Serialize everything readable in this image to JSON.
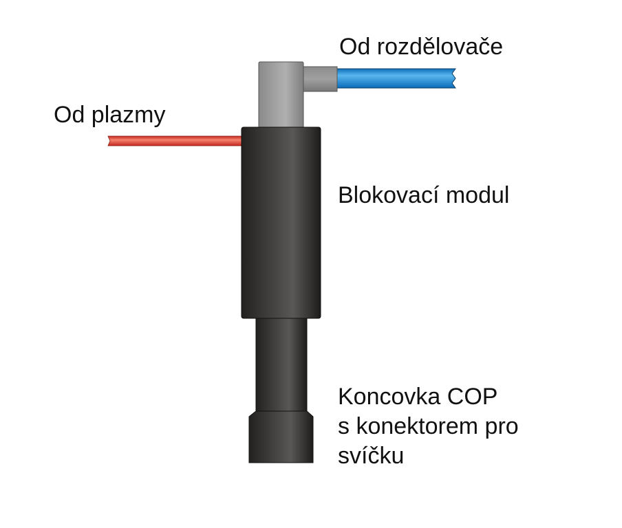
{
  "labels": {
    "from_distributor": "Od rozdělovače",
    "from_plasma": "Od plazmy",
    "blocking_module": "Blokovací modul",
    "cop_end": [
      "Koncovka COP",
      "s konektorem pro",
      "svíčku"
    ]
  },
  "colors": {
    "blue_wire": "#1a8ad8",
    "red_wire": "#e0483a",
    "connector_gray": "#9a9a9a",
    "module_black": "#2e2c2a"
  }
}
